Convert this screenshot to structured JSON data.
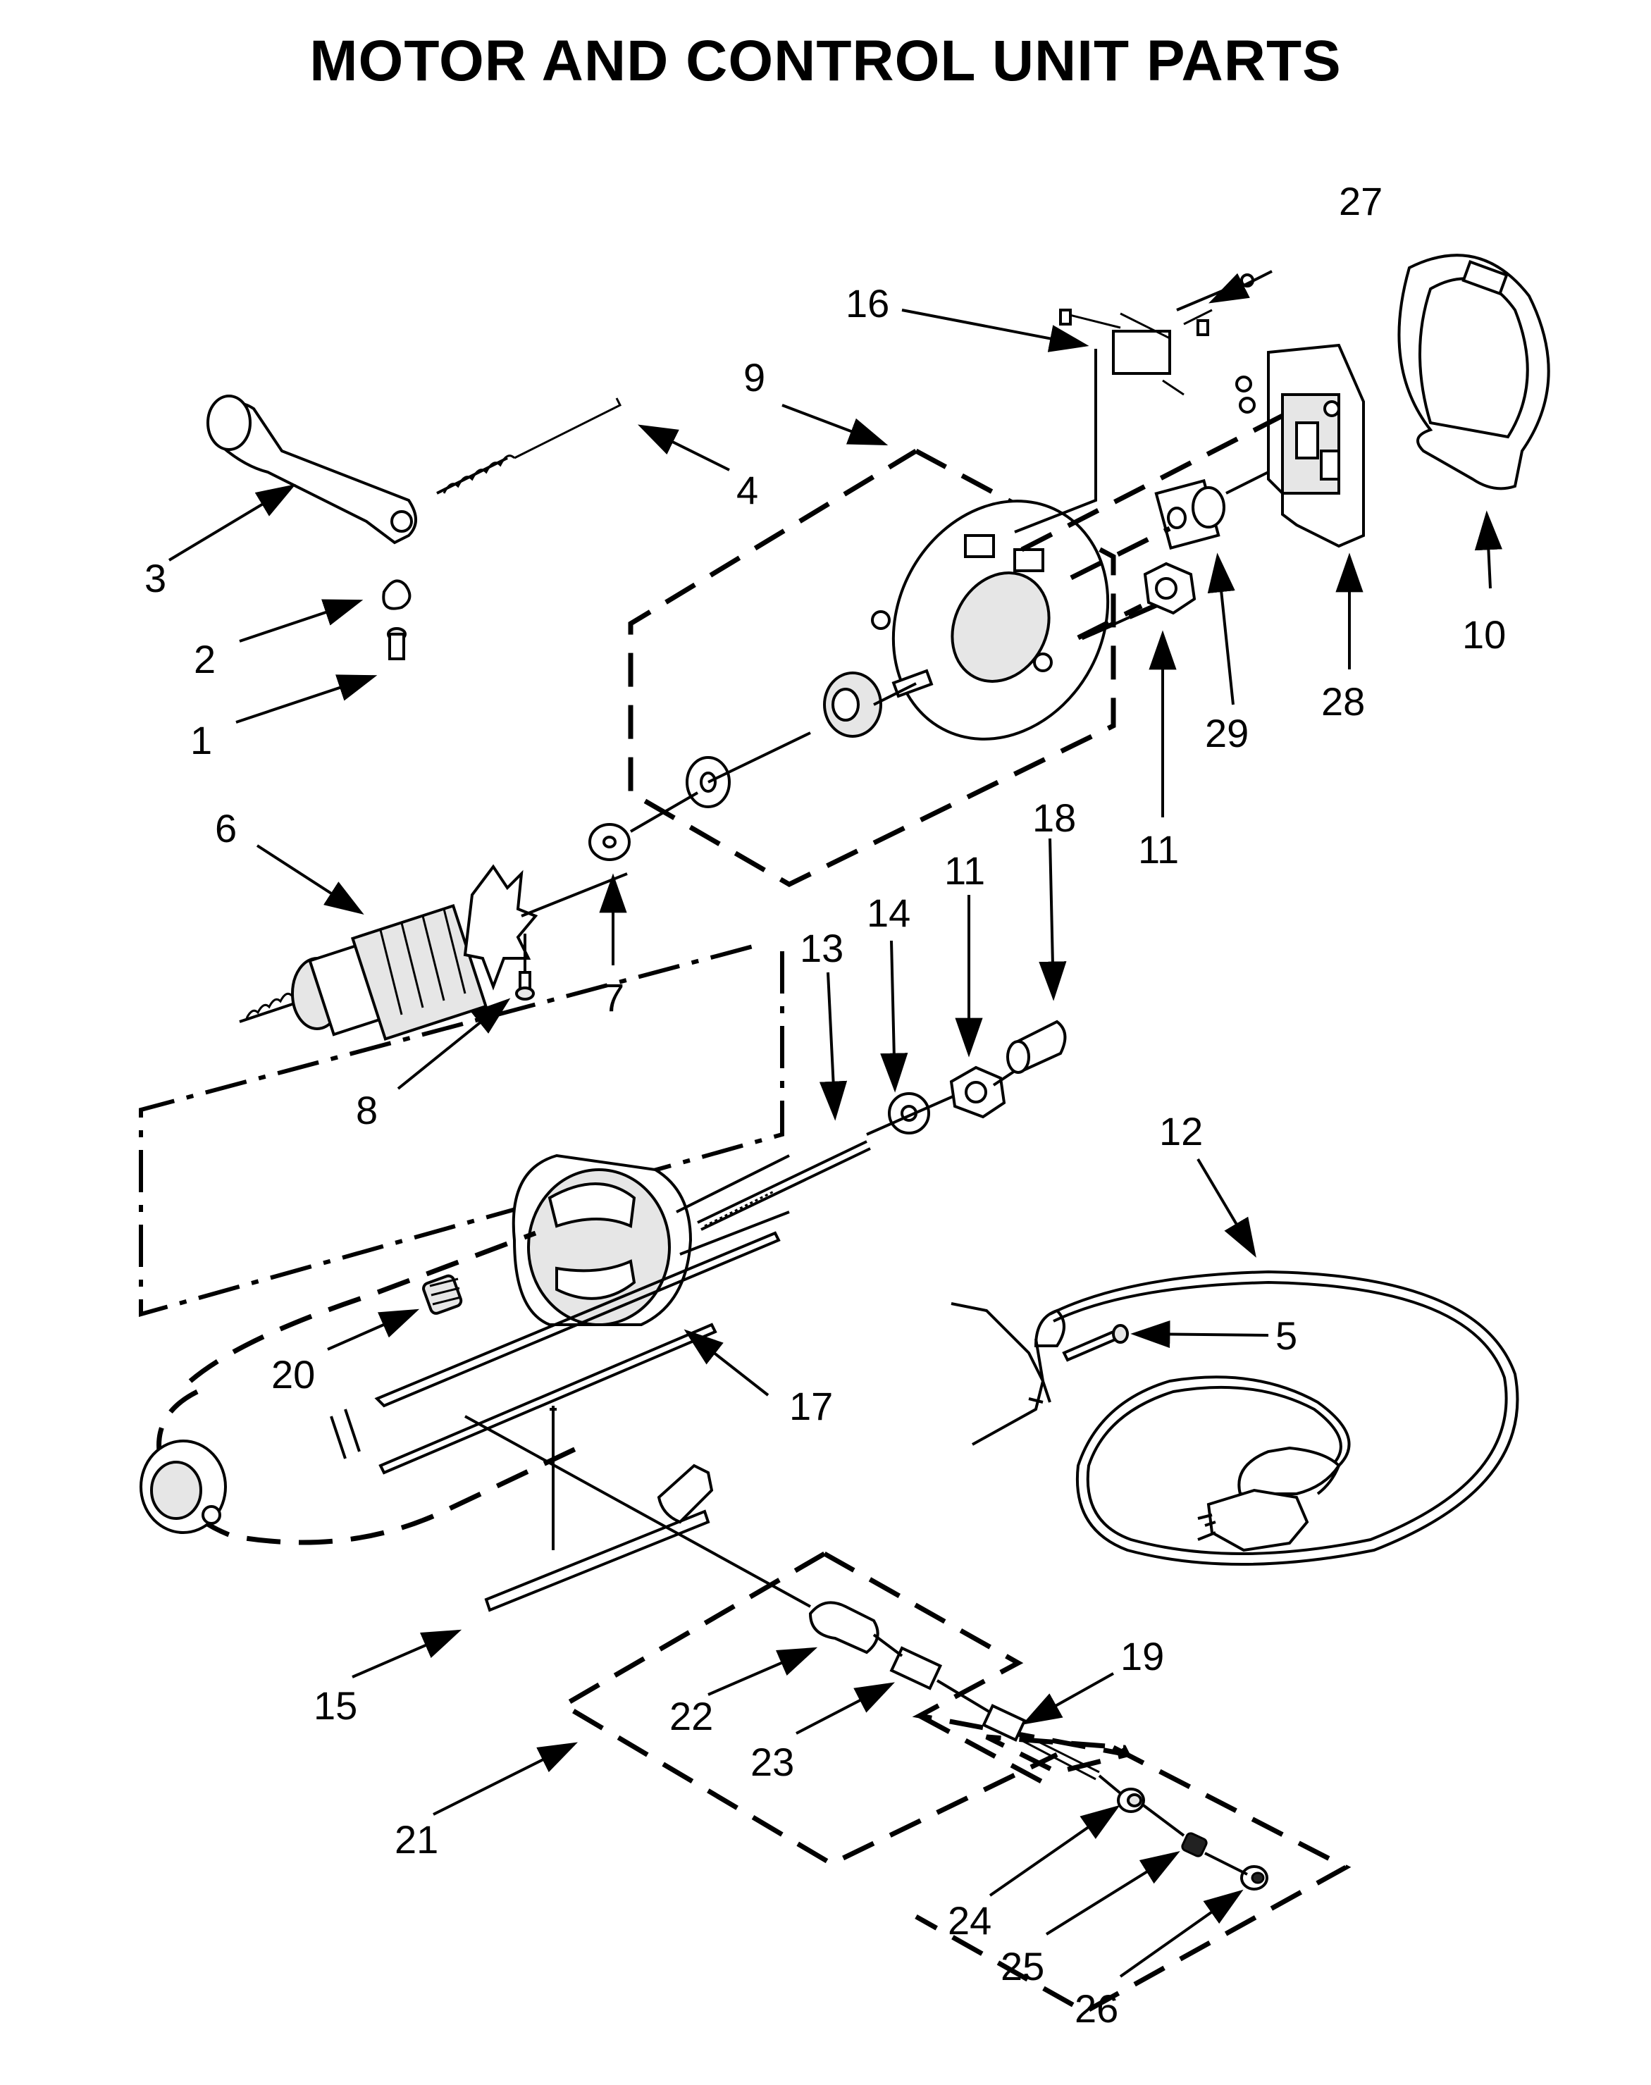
{
  "title": "MOTOR AND CONTROL UNIT PARTS",
  "callouts": [
    "1",
    "2",
    "3",
    "4",
    "5",
    "6",
    "7",
    "8",
    "9",
    "10",
    "11",
    "11",
    "12",
    "13",
    "14",
    "15",
    "16",
    "17",
    "18",
    "19",
    "20",
    "21",
    "22",
    "23",
    "24",
    "25",
    "26",
    "27",
    "28",
    "29"
  ]
}
